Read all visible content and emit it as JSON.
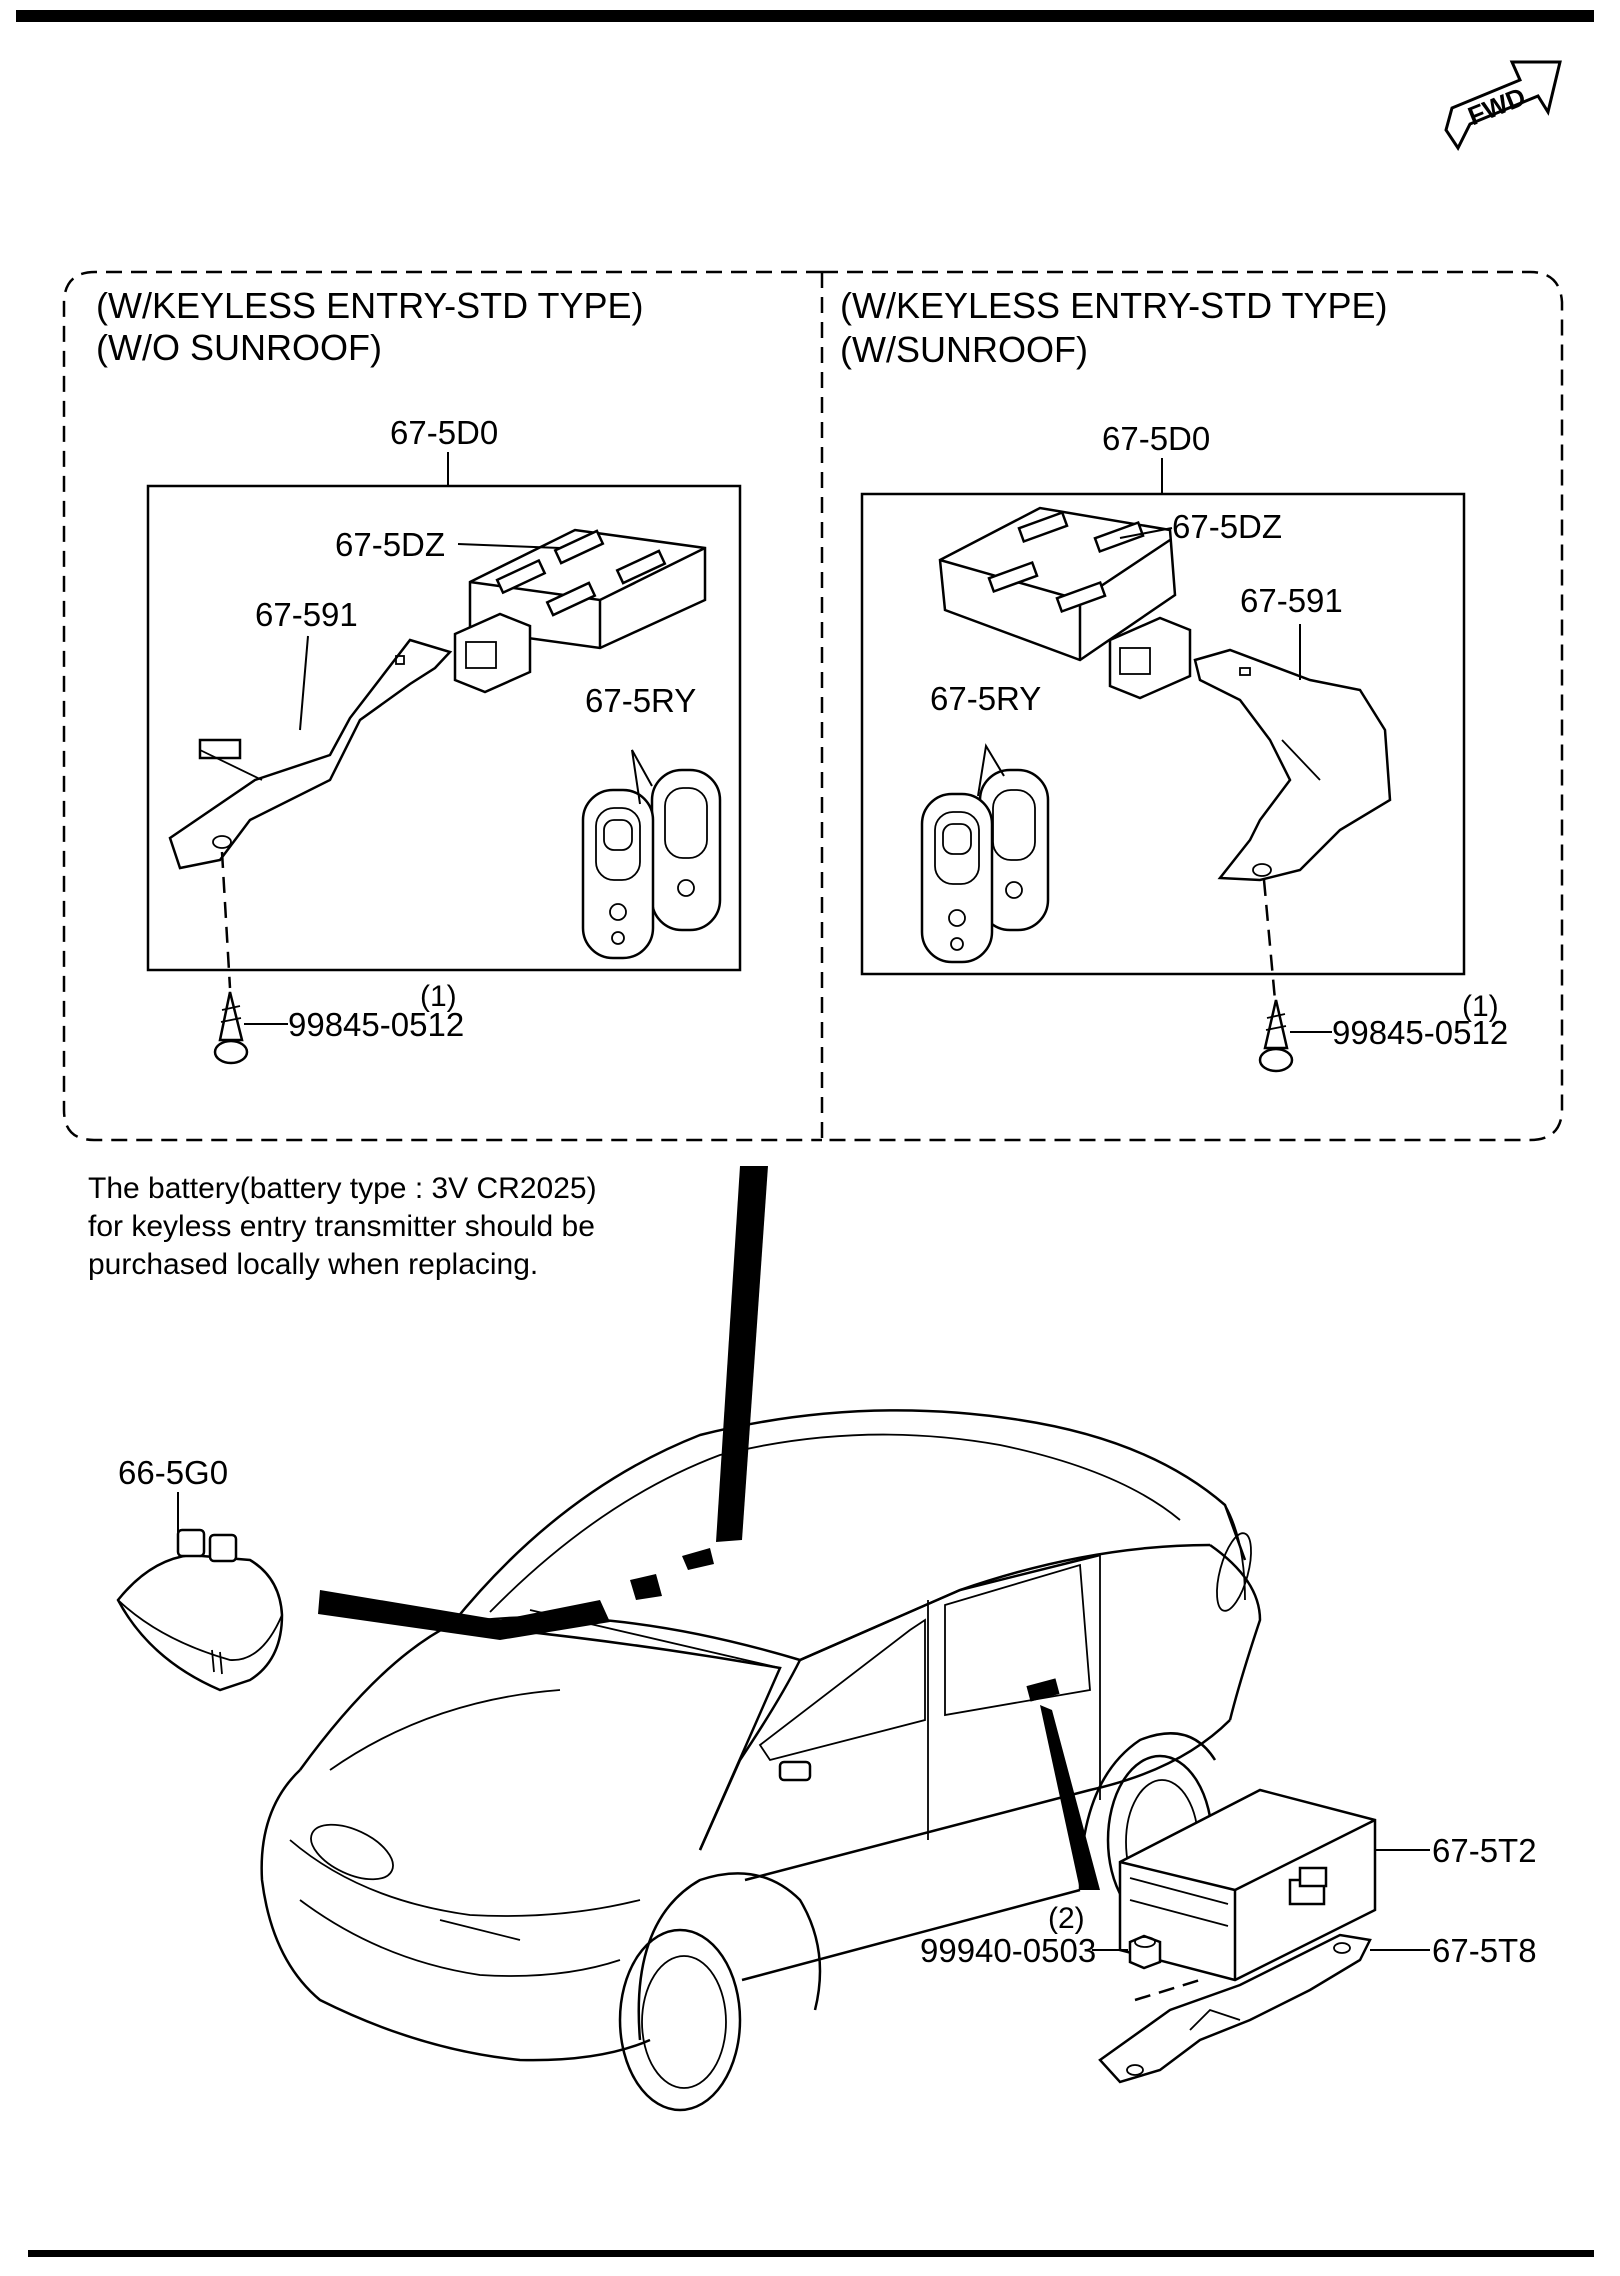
{
  "header_left": {
    "line1": "(W/KEYLESS ENTRY-STD TYPE)",
    "line2": "(W/O SUNROOF)"
  },
  "header_right": {
    "line1": "(W/KEYLESS ENTRY-STD TYPE)",
    "line2": "(W/SUNROOF)"
  },
  "fwd_label": "FWD",
  "left_panel": {
    "module": "67-5D0",
    "connector": "67-5DZ",
    "bracket": "67-591",
    "transmitter": "67-5RY",
    "screw": "99845-0512",
    "screw_qty": "(1)"
  },
  "right_panel": {
    "module": "67-5D0",
    "connector": "67-5DZ",
    "bracket": "67-591",
    "transmitter": "67-5RY",
    "screw": "99845-0512",
    "screw_qty": "(1)"
  },
  "note": {
    "line1": "The battery(battery type : 3V CR2025)",
    "line2": "for keyless entry transmitter should be",
    "line3": "purchased locally when replacing."
  },
  "lower": {
    "sensor": "66-5G0",
    "unit": "67-5T2",
    "unit_bracket": "67-5T8",
    "nut": "99940-0503",
    "nut_qty": "(2)"
  }
}
